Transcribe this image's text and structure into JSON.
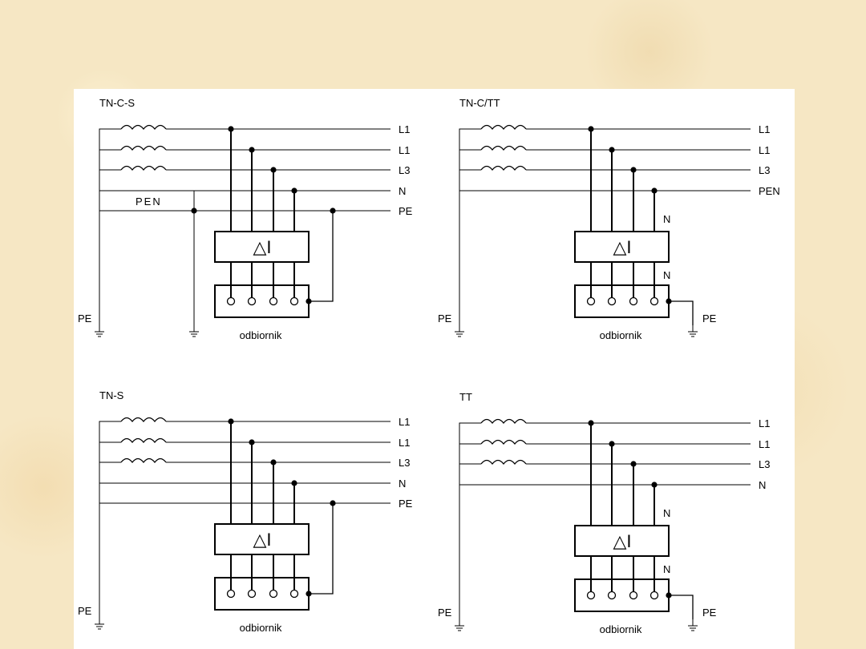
{
  "diagrams": [
    {
      "title": "TN-C-S",
      "lines": [
        "L1",
        "L1",
        "L3",
        "N",
        "PE"
      ],
      "pen_label": "PEN",
      "device_symbol": "△I",
      "load_label": "odbiornik",
      "earth_labels": [
        "PE"
      ]
    },
    {
      "title": "TN-C/TT",
      "lines": [
        "L1",
        "L1",
        "L3",
        "PEN"
      ],
      "n_labels": [
        "N",
        "N"
      ],
      "device_symbol": "△I",
      "load_label": "odbiornik",
      "earth_labels": [
        "PE",
        "PE"
      ]
    },
    {
      "title": "TN-S",
      "lines": [
        "L1",
        "L1",
        "L3",
        "N",
        "PE"
      ],
      "device_symbol": "△I",
      "load_label": "odbiornik",
      "earth_labels": [
        "PE"
      ]
    },
    {
      "title": "TT",
      "lines": [
        "L1",
        "L1",
        "L3",
        "N"
      ],
      "n_labels": [
        "N",
        "N"
      ],
      "device_symbol": "△I",
      "load_label": "odbiornik",
      "earth_labels": [
        "PE",
        "PE"
      ]
    }
  ]
}
